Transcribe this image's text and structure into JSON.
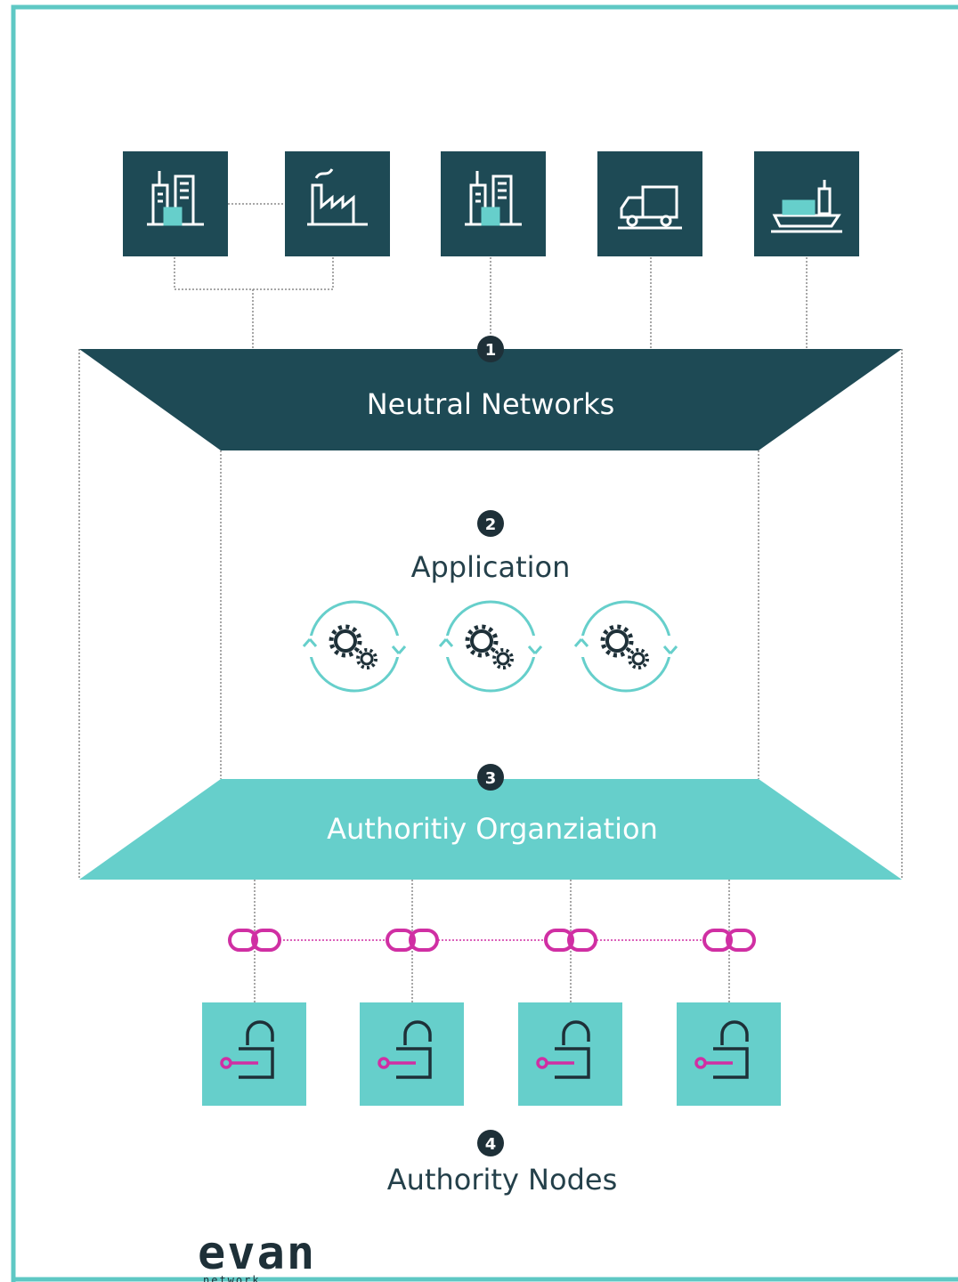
{
  "colors": {
    "frame": "#5ec8c4",
    "dark": "#1e4a55",
    "teal": "#66cfcb",
    "link": "#d02fa3",
    "line": "#8a8a8a",
    "text": "#24404a",
    "white": "#ffffff"
  },
  "top_icons": [
    {
      "icon": "office-building-icon"
    },
    {
      "icon": "factory-icon"
    },
    {
      "icon": "office-building-icon"
    },
    {
      "icon": "delivery-truck-icon"
    },
    {
      "icon": "cargo-ship-icon"
    }
  ],
  "layers": {
    "neutral": {
      "number": "1",
      "label": "Neutral Networks"
    },
    "application": {
      "number": "2",
      "label": "Application"
    },
    "authority_org": {
      "number": "3",
      "label": "Authoritiy Organziation"
    },
    "authority_nodes": {
      "number": "4",
      "label": "Authority Nodes"
    }
  },
  "app_icons": [
    "gears-cycle-icon",
    "gears-cycle-icon",
    "gears-cycle-icon"
  ],
  "link_icons": [
    "chain-link-icon",
    "chain-link-icon",
    "chain-link-icon",
    "chain-link-icon"
  ],
  "node_icons": [
    "unlocked-key-icon",
    "unlocked-key-icon",
    "unlocked-key-icon",
    "unlocked-key-icon"
  ],
  "logo": {
    "text": "evan",
    "subtext": "network"
  }
}
